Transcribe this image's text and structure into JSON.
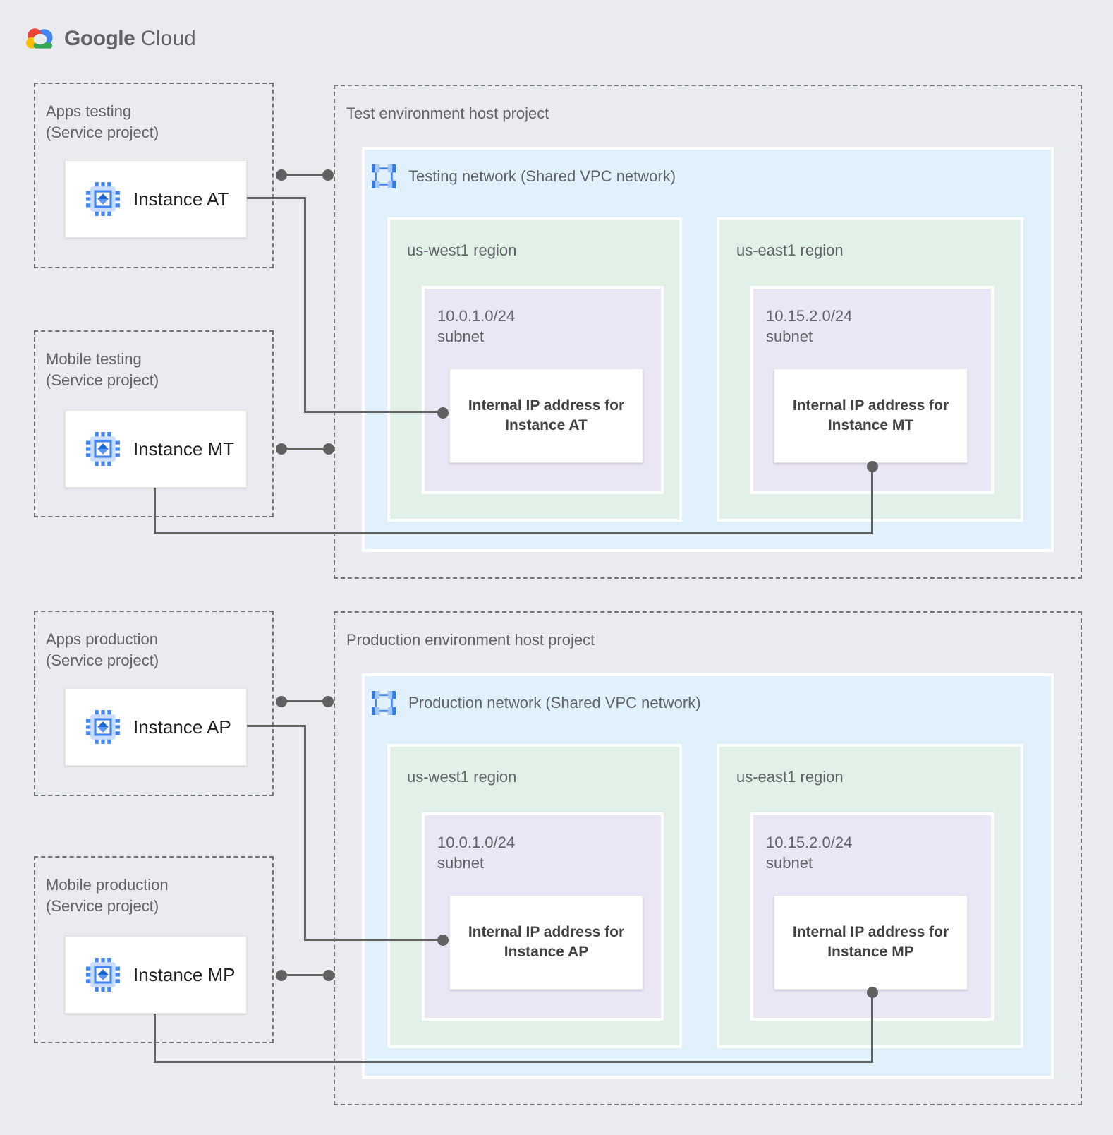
{
  "logo": {
    "brand": "Google",
    "product": "Cloud"
  },
  "icons": {
    "logo": "google-cloud-logo",
    "instance": "compute-engine-icon",
    "network": "vpc-network-icon"
  },
  "test": {
    "service_projects": [
      {
        "title": "Apps testing",
        "subtitle": "(Service project)",
        "instance": "Instance AT"
      },
      {
        "title": "Mobile testing",
        "subtitle": "(Service project)",
        "instance": "Instance MT"
      }
    ],
    "host": {
      "title": "Test environment host project",
      "network": "Testing network (Shared VPC network)",
      "regions": [
        {
          "name": "us-west1 region",
          "cidr": "10.0.1.0/24",
          "subnet": "subnet",
          "ip1": "Internal IP address for",
          "ip2": "Instance AT"
        },
        {
          "name": "us-east1 region",
          "cidr": "10.15.2.0/24",
          "subnet": "subnet",
          "ip1": "Internal IP address for",
          "ip2": "Instance MT"
        }
      ]
    }
  },
  "production": {
    "service_projects": [
      {
        "title": "Apps production",
        "subtitle": "(Service project)",
        "instance": "Instance AP"
      },
      {
        "title": "Mobile production",
        "subtitle": "(Service project)",
        "instance": "Instance MP"
      }
    ],
    "host": {
      "title": "Production environment host project",
      "network": "Production network (Shared VPC network)",
      "regions": [
        {
          "name": "us-west1 region",
          "cidr": "10.0.1.0/24",
          "subnet": "subnet",
          "ip1": "Internal IP address for",
          "ip2": "Instance AP"
        },
        {
          "name": "us-east1 region",
          "cidr": "10.15.2.0/24",
          "subnet": "subnet",
          "ip1": "Internal IP address for",
          "ip2": "Instance MP"
        }
      ]
    }
  },
  "colors": {
    "background": "#e9ebee",
    "network_fill": "#e0f1fc",
    "region_fill": "#e1f1e8",
    "subnet_fill": "#ebe6f6",
    "dash": "#70757a",
    "connector": "#616161",
    "muted": "#5f6368",
    "google_blue": "#4285F4",
    "google_red": "#EA4335",
    "google_yellow": "#FBBC04",
    "google_green": "#34A853"
  }
}
